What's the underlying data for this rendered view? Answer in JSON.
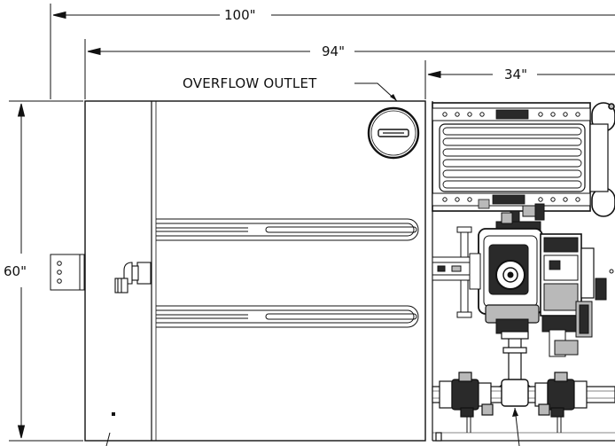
{
  "dimensions": {
    "overall_width": "100\"",
    "tank_width": "94\"",
    "equipment_width": "34\"",
    "height": "60\""
  },
  "callouts": {
    "overflow_outlet": "OVERFLOW OUTLET"
  },
  "colors": {
    "line": "#111111",
    "background": "#ffffff",
    "shade": "#b9b9b9",
    "dark": "#2a2a2a"
  }
}
